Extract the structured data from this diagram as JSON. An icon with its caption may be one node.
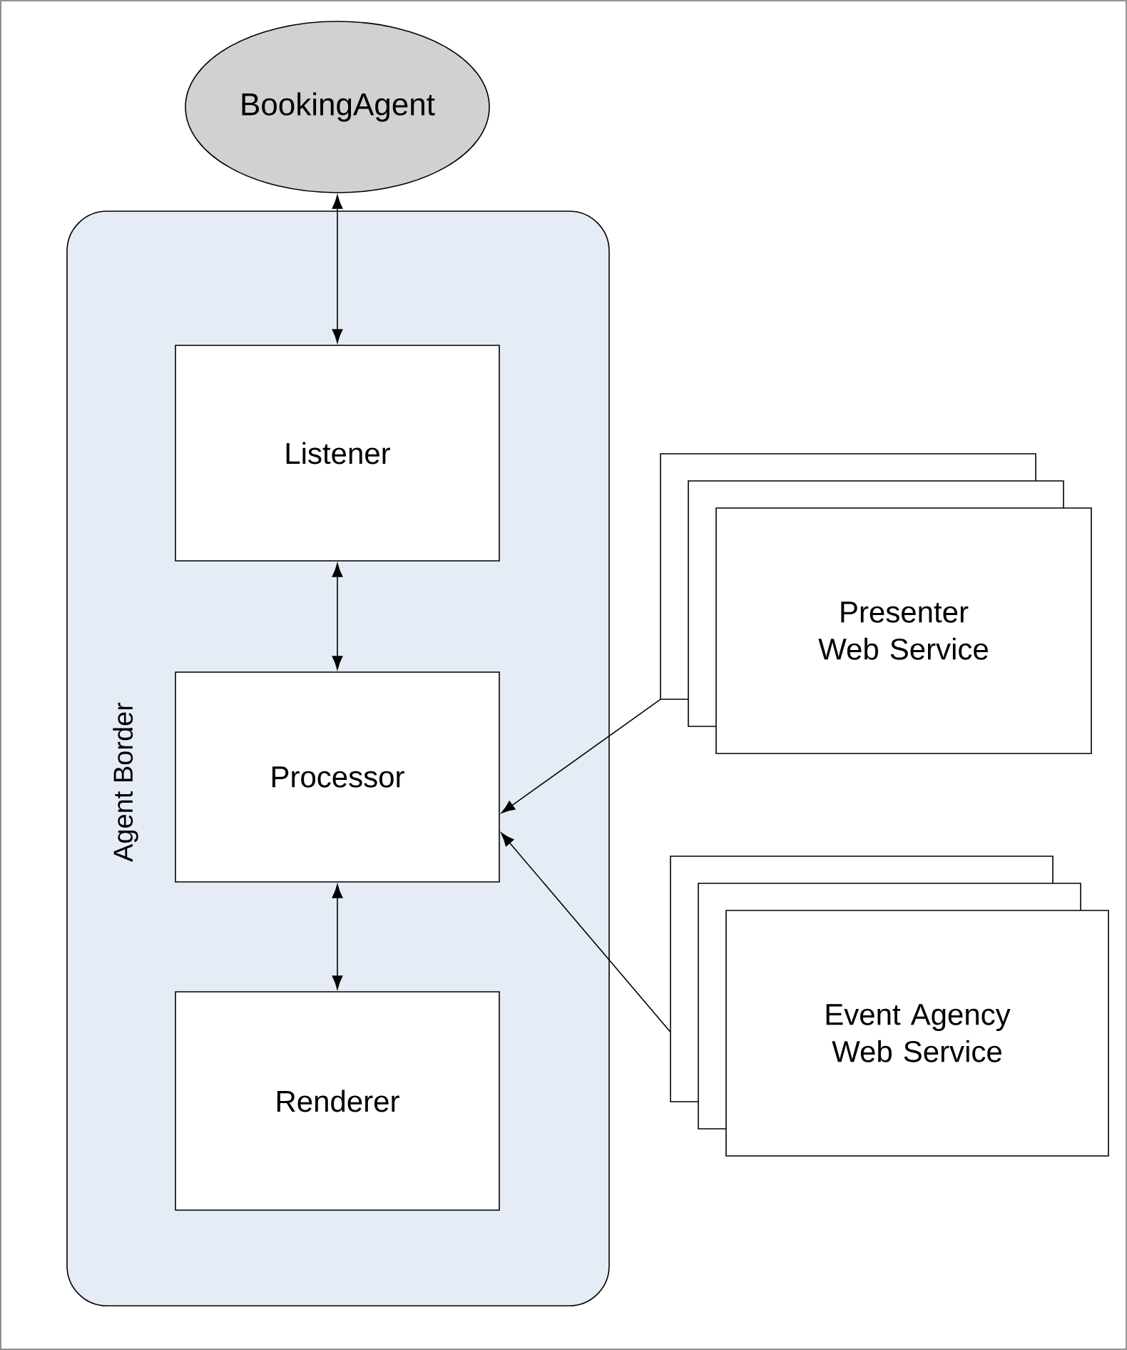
{
  "diagram": {
    "nodes": [
      {
        "text": [
          "BookingAgent"
        ]
      },
      {
        "text": [
          "Agent Border"
        ]
      },
      {
        "text": [
          "Listener"
        ],
        "in": 1
      },
      {
        "text": [
          "Processor"
        ],
        "in": 1
      },
      {
        "text": [
          "Renderer"
        ],
        "in": 1
      },
      {
        "text": [
          "Presenter Web Service"
        ]
      },
      {
        "text": [
          "Event Agency Web Service"
        ]
      }
    ],
    "edges": [
      {
        "from": 0,
        "to": 2,
        "arrow": "both"
      },
      {
        "from": 2,
        "to": 3,
        "arrow": "both"
      },
      {
        "from": 3,
        "to": 4,
        "arrow": "both"
      },
      {
        "from": 5,
        "to": 3,
        "arrow": "to"
      },
      {
        "from": 6,
        "to": 3,
        "arrow": "to"
      }
    ]
  }
}
